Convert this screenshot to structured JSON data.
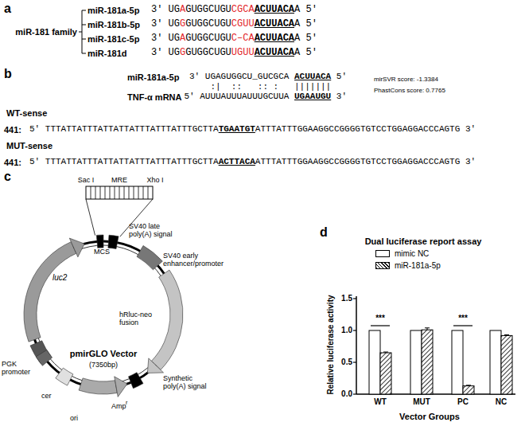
{
  "diagram": {
    "labels": [
      "a",
      "miR-181 family",
      "miR-181a-5p",
      "3'",
      "UG",
      "A",
      "GUGGCUGU",
      "CGCA",
      "ACUUACA",
      "A",
      "5'",
      "miR-181b-5p",
      "3'",
      "UG",
      "G",
      "GUGGCUGU",
      "CGUU",
      "ACUUACA",
      "A",
      "5'",
      "miR-181c-5p",
      "3'",
      "UG",
      "A",
      "GUGGCUGU",
      "C–CA",
      "ACUUACA",
      "A",
      "5'",
      "miR-181d",
      "3'",
      "UG",
      "G",
      "GUGGCUGU",
      "UGUU",
      "ACUUACA",
      "A",
      "5'",
      "b",
      "miR-181a-5p",
      "3'",
      "UGAGUGGCU_GUCGCA",
      "ACUUACA",
      "5'",
      "mirSVR score: -1.3384",
      ":|  ::   :: :   |||||||",
      "PhastCons score: 0.7765",
      "TNF-α mRNA",
      "5'",
      "AUUUAUUUAUUUGCUUA",
      "UGAAUGU",
      "3'",
      "WT-sense",
      "441:",
      "5'",
      "TTTATTATTTATTATTATTTATTTATTTGCTTA",
      "TGAATGT",
      "ATTTATTTGGAAGGCCGGGGTGTCCTGGAGGACCCAGTG",
      "3'",
      "MUT-sense",
      "441:",
      "5'",
      "TTTATTATTTATTATTATTTATTTATTTGCTTA",
      "ACTTACA",
      "ATTTATTTGGAAGGCCGGGGTGTCCTGGAGGACCCAGTG",
      "3'",
      "c",
      "Sac I",
      "MRE",
      "Xho I",
      "SV40 late poly(A) signal",
      "MCS",
      "SV40 early enhancer/promoter",
      "luc2",
      "hRluc-neo fusion",
      "pmirGLO Vector",
      "(7350bp)",
      "PGK promoter",
      "cer",
      "Synthetic poly(A) signal",
      "Amp",
      "r",
      "ori",
      "d",
      "Dual luciferase report assay",
      "1.5",
      "1.0",
      "0.5",
      "0.0",
      "Relative luciferase activity",
      "WT",
      "MUT",
      "PC",
      "NC",
      "***",
      "***",
      "Vector Groups"
    ],
    "legend": [
      {
        "text": "mimic NC",
        "color": "#ffffff"
      },
      {
        "text": "miR-181a-5p"
      }
    ]
  }
}
